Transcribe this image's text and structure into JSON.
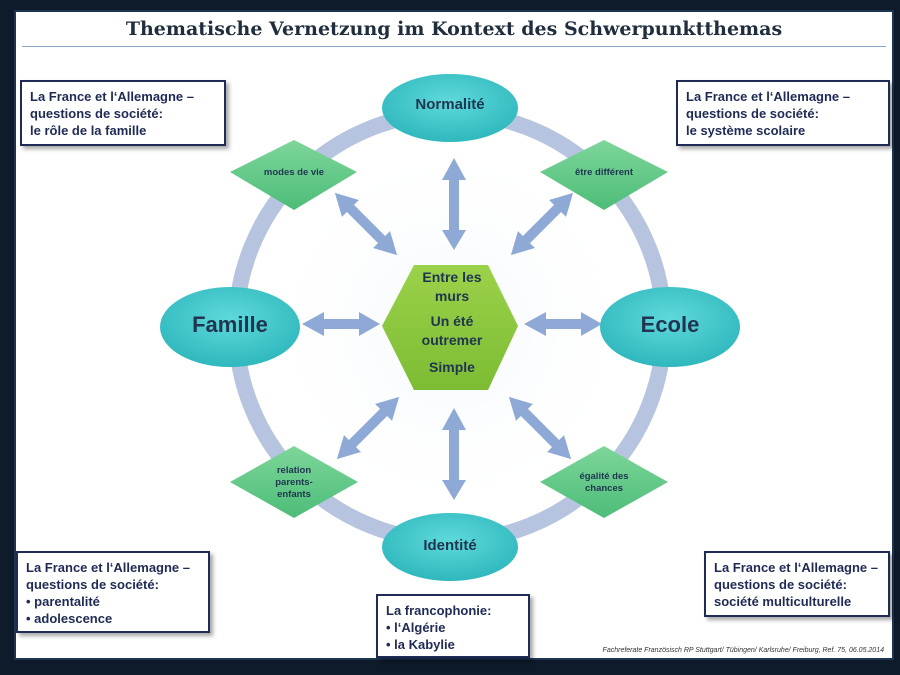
{
  "title": "Thematische Vernetzung im Kontext des Schwerpunktthemas",
  "center": {
    "lines": [
      "Entre les",
      "murs",
      "Un été",
      "outremer",
      "Simple"
    ]
  },
  "nodes": {
    "top": "Normalité",
    "left": "Famille",
    "right": "Ecole",
    "bottom": "Identité"
  },
  "diamonds": {
    "top_left": "modes de vie",
    "top_right": "être différent",
    "bottom_left": [
      "relation",
      "parents-",
      "enfants"
    ],
    "bottom_right": [
      "égalité des",
      "chances"
    ]
  },
  "boxes": {
    "top_left": [
      "La France et l‘Allemagne –",
      "questions de société:",
      "le rôle de la famille"
    ],
    "top_right": [
      "La France et l‘Allemagne –",
      "questions de société:",
      "le système scolaire"
    ],
    "bottom_left": [
      "La France et l‘Allemagne –",
      "questions de société:",
      "• parentalité",
      "• adolescence"
    ],
    "bottom_center": [
      "La francophonie:",
      "• l‘Algérie",
      "• la Kabylie"
    ],
    "bottom_right": [
      "La France et l‘Allemagne –",
      "questions de société:",
      "société multiculturelle"
    ]
  },
  "source": "Fachreferate Französisch RP Stuttgart/ Tübingen/ Karlsruhe/ Freiburg, Ref. 75, 06.05.2014",
  "colors": {
    "ellipse": "#3cc9cc",
    "diamond": "#63c987",
    "hexagon": "#8cc63f",
    "ring": "#b6c4e0",
    "arrow": "#8fa9d6",
    "box_border": "#1f2b55"
  }
}
